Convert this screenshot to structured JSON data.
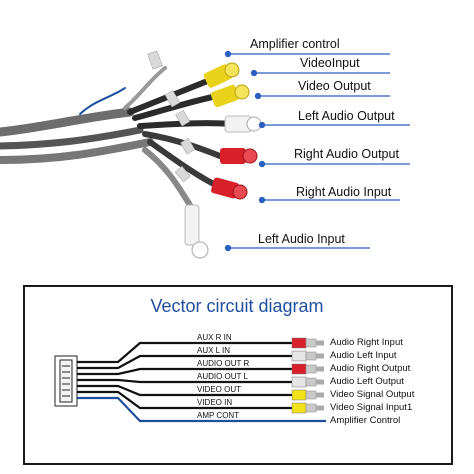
{
  "photo_callouts": [
    {
      "id": "amp",
      "label": "Amplifier control"
    },
    {
      "id": "vin",
      "label": "VideoInput"
    },
    {
      "id": "vout",
      "label": "Video Output"
    },
    {
      "id": "lao",
      "label": "Left Audio Output"
    },
    {
      "id": "rao",
      "label": "Right Audio Output"
    },
    {
      "id": "rai",
      "label": "Right Audio Input"
    },
    {
      "id": "lai",
      "label": "Left Audio Input"
    }
  ],
  "diagram": {
    "title": "Vector circuit diagram",
    "wires": [
      {
        "label": "AUX R IN",
        "connector": "red",
        "function": "Audio Right Input"
      },
      {
        "label": "AUX L IN",
        "connector": "white",
        "function": "Audio Left Input"
      },
      {
        "label": "AUDIO OUT R",
        "connector": "red",
        "function": "Audio Right Output"
      },
      {
        "label": "AUDIO OUT L",
        "connector": "white",
        "function": "Audio Left Output"
      },
      {
        "label": "VIDEO OUT",
        "connector": "yellow",
        "function": "Video Signal Output"
      },
      {
        "label": "VIDEO IN",
        "connector": "yellow",
        "function": "Video Signal Input1"
      },
      {
        "label": "AMP CONT",
        "connector": "blue-wire",
        "function": "Amplifier Control"
      }
    ]
  },
  "colors": {
    "title": "#1e4f9e",
    "callout_line": "#2a5fc1",
    "red": "#d8202a",
    "white": "#e6e6e6",
    "yellow": "#f2e21a",
    "blue": "#1e4f9e"
  }
}
